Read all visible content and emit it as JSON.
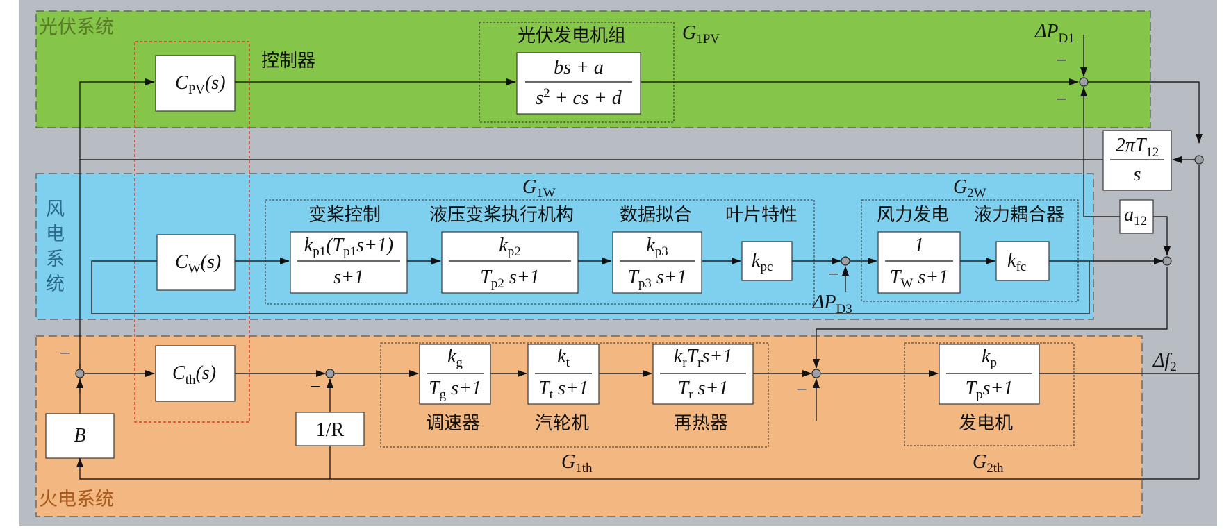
{
  "subsystems": {
    "pv": {
      "label": "光伏系统",
      "color": "#85c64a"
    },
    "wind": {
      "label": "风电系统",
      "lines": [
        "风",
        "电",
        "系",
        "统"
      ],
      "color": "#7fd0ee"
    },
    "thermal": {
      "label": "火电系统",
      "color": "#f3b781"
    }
  },
  "background_color": "#b8bdc4",
  "controller_label": "控制器",
  "controller_box_color": "#e8302b",
  "pv": {
    "group_title": "光伏发电机组",
    "group_name": "G_1PV",
    "controller": "C_PV(s)",
    "tf_num": "bs + a",
    "tf_den": "s² + cs + d",
    "disturbance": "ΔP_D1"
  },
  "wind": {
    "group1_name": "G_1W",
    "group2_name": "G_2W",
    "controller": "C_W(s)",
    "blocks": [
      {
        "title": "变桨控制",
        "num": "k_p1(T_p1 s+1)",
        "den": "s+1"
      },
      {
        "title": "液压变桨执行机构",
        "num": "k_p2",
        "den": "T_p2 s+1"
      },
      {
        "title": "数据拟合",
        "num": "k_p3",
        "den": "T_p3 s+1"
      },
      {
        "title": "叶片特性",
        "gain": "k_pc"
      },
      {
        "title": "风力发电",
        "num": "1",
        "den": "T_W s+1"
      },
      {
        "title": "液力耦合器",
        "gain": "k_fc"
      }
    ],
    "disturbance": "ΔP_D3"
  },
  "thermal": {
    "group1_name": "G_1th",
    "group2_name": "G_2th",
    "controller": "C_th(s)",
    "bias": "B",
    "droop": "1/R",
    "blocks": [
      {
        "title": "调速器",
        "num": "k_g",
        "den": "T_g s+1"
      },
      {
        "title": "汽轮机",
        "num": "k_t",
        "den": "T_t s+1"
      },
      {
        "title": "再热器",
        "num": "k_r T_r s+1",
        "den": "T_r s+1"
      },
      {
        "title": "发电机",
        "num": "k_p",
        "den": "T_p s+1"
      }
    ],
    "output": "Δf_2"
  },
  "tie_line": {
    "integrator_num": "2πT_12",
    "integrator_den": "s",
    "gain": "a_12"
  },
  "sign_minus": "−"
}
